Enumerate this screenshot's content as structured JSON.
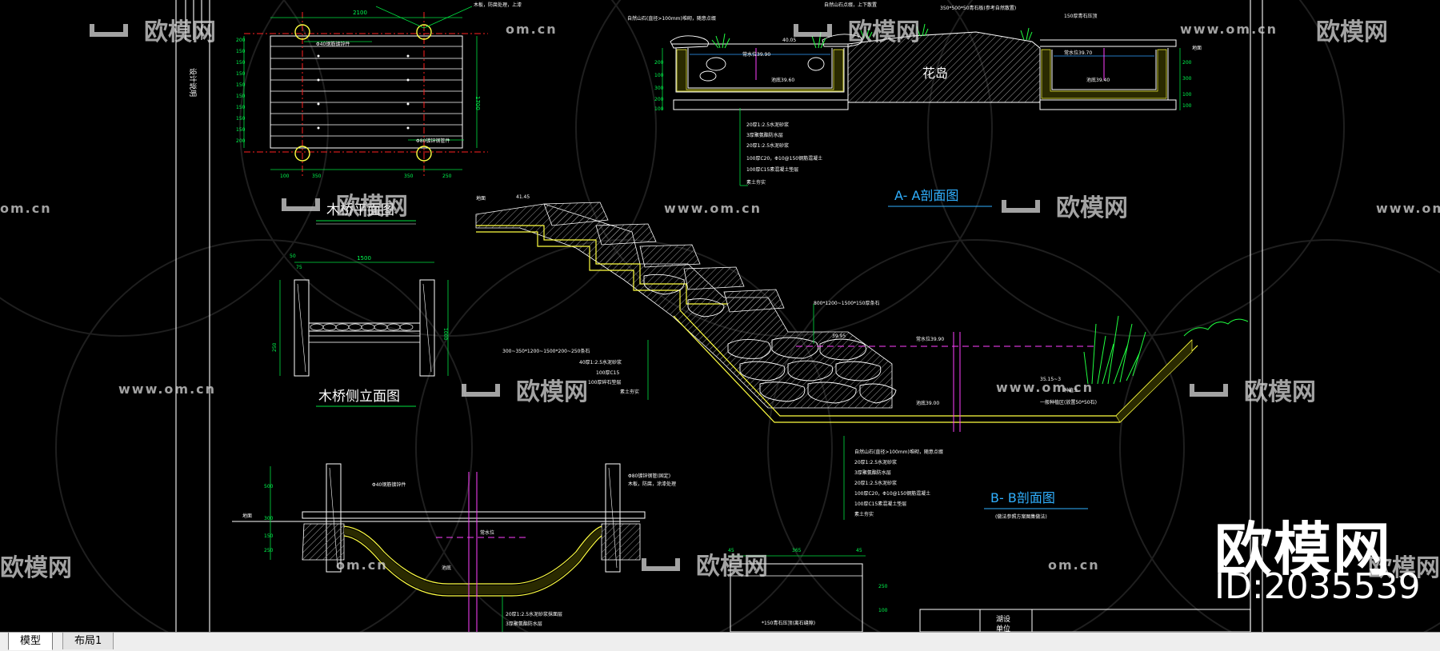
{
  "tabs": [
    {
      "label": "模型",
      "active": true
    },
    {
      "label": "布局1",
      "active": false
    }
  ],
  "watermark": {
    "brand": "欧模网",
    "url": "www.om.cn",
    "url_short": "om.cn",
    "id_text": "ID:2035539"
  },
  "drawing": {
    "sidebar_label": "设计说明",
    "bridge_plan_title": "木桥平面图",
    "bridge_elev_title": "木桥侧立面图",
    "section_aa_title": "A- A剖面图",
    "section_bb_title": "B- B剖面图",
    "section_bb_note": "(做法参照方案图集做法)",
    "island_label": "花岛",
    "plan_dims": {
      "top": "2100",
      "left_col": [
        "200",
        "150",
        "150",
        "150",
        "150",
        "150",
        "150",
        "150",
        "150",
        "200"
      ],
      "right_total": "1700",
      "bottom": [
        "100",
        "350",
        "",
        "350",
        "250"
      ],
      "note_top": "木板，防腐处理，上漆",
      "note_mid": "Φ40钢筋镀锌件",
      "note_bot": "Φ80镀锌钢管件"
    },
    "elev_dims": {
      "top": "1500",
      "left_a": "50",
      "left_b": "75",
      "right": "1000",
      "h1": "250",
      "h2": "50"
    },
    "aa_labels": {
      "top_left": "自然山石(直径>100mm)堆砌，随意点缀",
      "top_mid": "自然山石点缀，上下散置",
      "top_dim": "350*500*50青石板(参考自然散置)",
      "top_right": "150厚青石压顶",
      "elev1": "40.05",
      "water1": "常水位39.90",
      "bottom1": "池底39.60",
      "water2": "常水位39.70",
      "bottom2": "池底39.40",
      "side": "地面",
      "layers": [
        "20厚1:2.5水泥砂浆",
        "3厚聚氨酯防水层",
        "20厚1:2.5水泥砂浆",
        "100厚C20，Φ10@150钢筋混凝土",
        "100厚C15素混凝土垫层",
        "素土夯实"
      ],
      "left_dims": [
        "200",
        "100",
        "300",
        "200",
        "100"
      ],
      "right_dims": [
        "200",
        "300",
        "100",
        "100"
      ]
    },
    "bb_labels": {
      "elev_top": "41.45",
      "ground": "地面",
      "rocks": "800*1200~1500*150厚条石",
      "rock_steps": "300~350*1200~1500*200~250条石",
      "step_layers": [
        "40厚1:2.5水泥砂浆",
        "100厚C15",
        "100厚碎石垫层",
        "素土夯实"
      ],
      "elev_mid": "39.95",
      "water": "常水位39.90",
      "bottom": "池底39.00",
      "right_elev": "35.15~3",
      "right_note": "一般种植区(放置50*50石)",
      "grass_label": "种植土",
      "layers": [
        "自然山石(直径>100mm)堆砌，随意点缀",
        "20厚1:2.5水泥砂浆",
        "3厚聚氨酯防水层",
        "20厚1:2.5水泥砂浆",
        "100厚C20，Φ10@150钢筋混凝土",
        "100厚C15素混凝土垫层",
        "素土夯实"
      ]
    },
    "bridge_section": {
      "ground": "地面",
      "water": "常水位",
      "bottom": "池底",
      "note1": "Φ40钢筋镀锌件",
      "note2": "Φ80镀锌钢管(固定)",
      "note3": "木板，防腐，涂漆处理",
      "layers": [
        "20厚1:2.5水泥砂浆抹面层",
        "3厚聚氨酯防水层"
      ],
      "dims": [
        "500",
        "300",
        "150",
        "250"
      ]
    },
    "small_detail": {
      "label": "*150青石压顶(离石缝隙)",
      "dims": [
        "45",
        "365",
        "45",
        "250",
        "100"
      ]
    },
    "title_block": {
      "line1": "湖设",
      "line2": "单位"
    }
  }
}
